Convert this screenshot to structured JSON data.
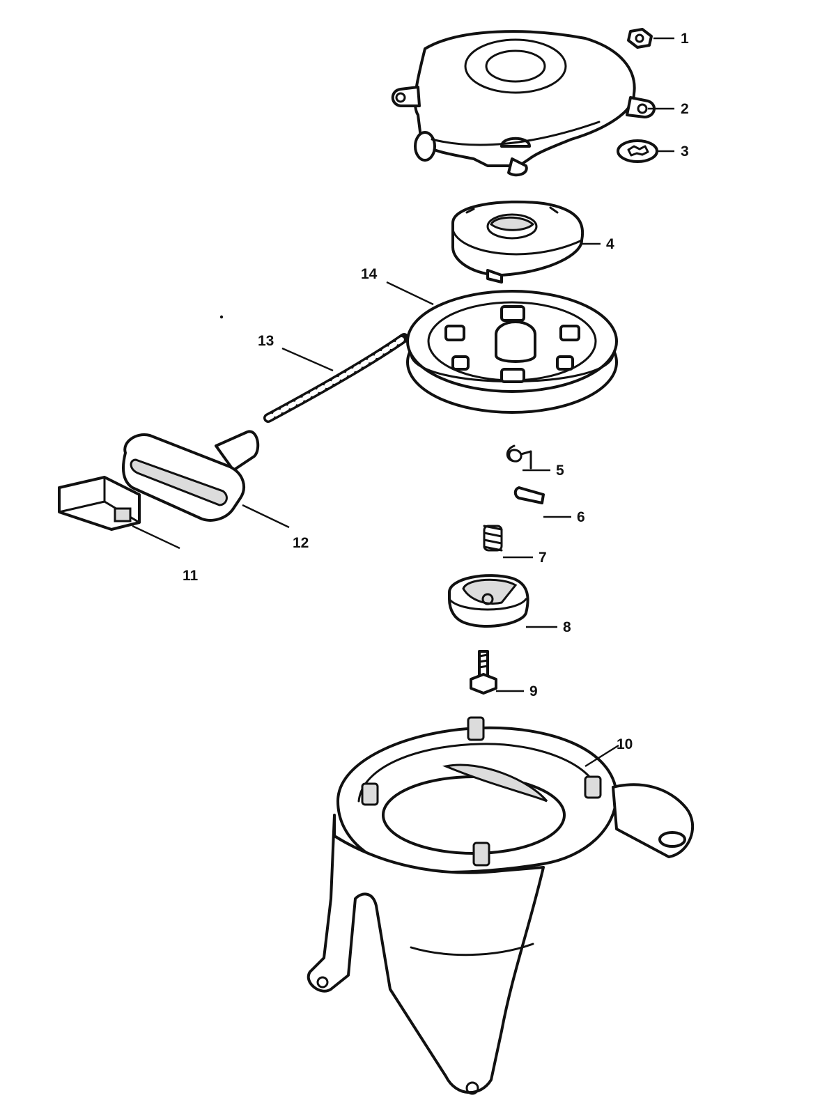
{
  "callouts": [
    "1",
    "2",
    "3",
    "4",
    "5",
    "6",
    "7",
    "8",
    "9",
    "10",
    "11",
    "12",
    "13",
    "14"
  ],
  "line_color": "#111111",
  "background": "#ffffff"
}
